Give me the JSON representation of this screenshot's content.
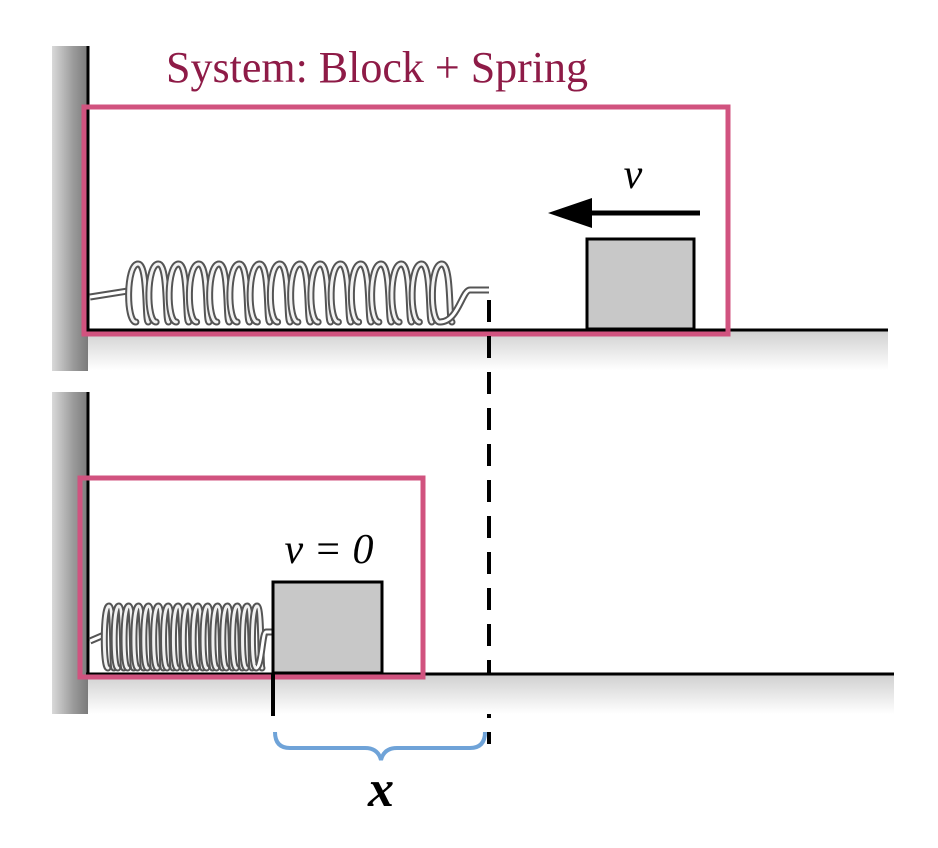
{
  "title": "System: Block + Spring",
  "top_panel": {
    "velocity_label": "v"
  },
  "bottom_panel": {
    "velocity_label": "v = 0"
  },
  "displacement_label": "x",
  "colors": {
    "system_box": "#d1537f",
    "title_text": "#8e1b47",
    "block_fill": "#c8c8c8",
    "brace": "#6fa3d8",
    "wall_shadow": "#9a9a9a",
    "floor_shadow": "#e6e6e6",
    "line": "#000000"
  }
}
